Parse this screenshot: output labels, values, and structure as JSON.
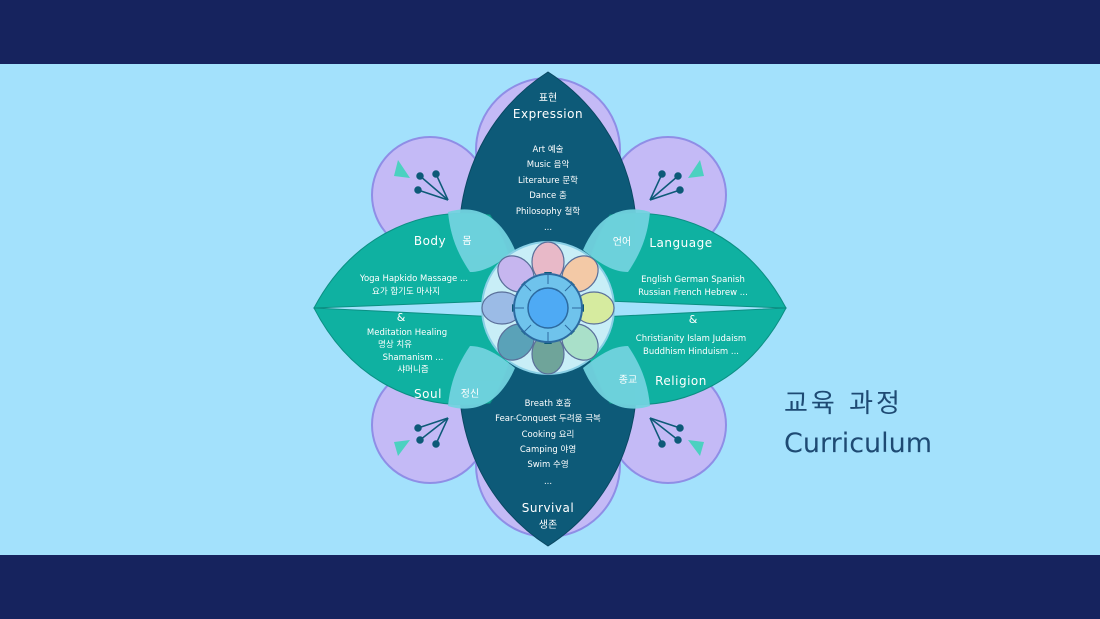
{
  "title": {
    "korean": "교육 과정",
    "english": "Curriculum"
  },
  "petals": {
    "expression": {
      "heading_ko": "표현",
      "heading_en": "Expression",
      "items": [
        "Art 예술",
        "Music 음악",
        "Literature 문학",
        "Dance 춤",
        "Philosophy 철학",
        "..."
      ]
    },
    "survival": {
      "heading_en": "Survival",
      "heading_ko": "생존",
      "items": [
        "Breath 호흡",
        "Fear-Conquest 두려움 극복",
        "Cooking 요리",
        "Camping 야영",
        "Swim 수영",
        "..."
      ]
    },
    "body": {
      "heading_en": "Body",
      "heading_ko": "몸",
      "items_line1": "Yoga  Hapkido  Massage ...",
      "items_line2": "요가     합기도        마사지"
    },
    "soul": {
      "heading_en": "Soul",
      "heading_ko": "정신",
      "items_line1": "Meditation  Healing",
      "items_line2": "명상          치유",
      "items_line3": "Shamanism ...",
      "items_line4": "샤머니즘"
    },
    "language": {
      "heading_en": "Language",
      "heading_ko": "언어",
      "items_line1": "English  German  Spanish",
      "items_line2": "Russian  French  Hebrew ..."
    },
    "religion": {
      "heading_en": "Religion",
      "heading_ko": "종교",
      "items_line1": "Christianity  Islam  Judaism",
      "items_line2": "Buddhism  Hinduism ..."
    },
    "connector": "&"
  },
  "colors": {
    "band": "#16235e",
    "panel": "#a3e1fc",
    "petal_dark": "#0d5a78",
    "petal_teal": "#0fb1a1",
    "lavender": "#c3b9f6",
    "title": "#1e4a73",
    "center": "#4eaaf4"
  }
}
